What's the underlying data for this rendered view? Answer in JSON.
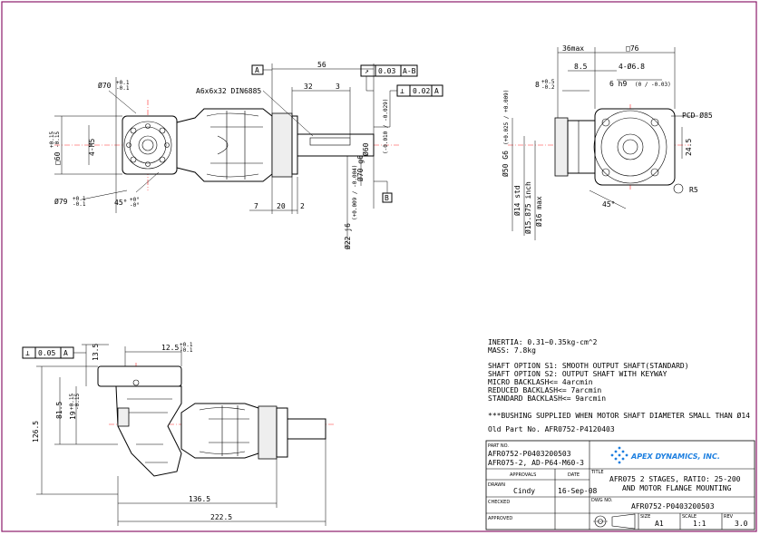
{
  "views": {
    "front": {
      "flange_dia": "Ø70",
      "flange_tol_top": "+0.1",
      "flange_tol_bottom": "-0.1",
      "pilot_sq": "□60",
      "pilot_tol_top": "+0.15",
      "pilot_tol_bottom": "-0.15",
      "screws": "4-M5",
      "pcd_dia": "Ø79",
      "pcd_tol_top": "+0.1",
      "pcd_tol_bottom": "-0.1",
      "angle": "45°",
      "angle_tol_top": "+0°",
      "angle_tol_bottom": "-0°",
      "key": "A6x6x32 DIN6885",
      "dims": {
        "d56": "56",
        "d32": "32",
        "d3": "3",
        "d7": "7",
        "d20": "20",
        "d2": "2"
      },
      "fcf_perp": {
        "symbol": "⊥",
        "value": "0.02",
        "datum": "A"
      },
      "fcf_runout": {
        "symbol": "↗",
        "value": "0.03",
        "datum": "A-B"
      },
      "datum_a": "A",
      "datum_b": "B",
      "shaft_dia": "Ø22 j6",
      "shaft_tol": "(+0.009 / -0.004)",
      "pilot2_dia": "Ø60",
      "pilot3_dia": "Ø70 g6",
      "pilot3_tol": "(-0.010 / -0.029)"
    },
    "side": {
      "d36max": "36max",
      "sq76": "□76",
      "d8_5": "8.5",
      "holes": "4-Ø6.8",
      "d8_tol_label": "8",
      "d8_tol_top": "+0.5",
      "d8_tol_bottom": "-0.2",
      "key_width": "6 h9",
      "key_tol": "(0 / -0.03)",
      "pcd": "PCD Ø85",
      "d24_5": "24.5",
      "d50": "Ø50 G6",
      "d50_tol": "(+0.025 / +0.009)",
      "d14": "Ø14 std",
      "d15": "Ø15.875 inch",
      "d16": "Ø16 max",
      "angle45": "45°",
      "r5": "R5"
    },
    "bottom": {
      "fcf_perp": {
        "symbol": "⊥",
        "value": "0.05",
        "datum": "A"
      },
      "d13_5": "13.5",
      "d12_5": "12.5",
      "d12_5_tol_top": "+0.1",
      "d12_5_tol_bottom": "-0.1",
      "d81_5": "81.5",
      "d19": "19",
      "d19_tol_top": "+0.15",
      "d19_tol_bottom": "-0.15",
      "d126_5": "126.5",
      "d136_5": "136.5",
      "d222_5": "222.5"
    }
  },
  "notes": [
    "INERTIA:  0.31~0.35kg-cm^2",
    "MASS: 7.8kg",
    "",
    "SHAFT OPTION S1: SMOOTH OUTPUT SHAFT(STANDARD)",
    "SHAFT OPTION S2: OUTPUT SHAFT WITH KEYWAY",
    "MICRO BACKLASH<= 4arcmin",
    "REDUCED BACKLASH<= 7arcmin",
    "STANDARD BACKLASH<= 9arcmin",
    "",
    "***BUSHING SUPPLIED WHEN MOTOR SHAFT DIAMETER SMALL THAN Ø14",
    "",
    "Old Part No. AFR0752-P4120403"
  ],
  "title_block": {
    "part_no_label": "PART NO.",
    "part_no_1": "AFR0752-P0403200503",
    "part_no_2": "AFR075-2, AD-P64-M60-3",
    "company": "APEX DYNAMICS, INC.",
    "approvals_label": "APPROVALS",
    "date_label": "DATE",
    "title_label": "TITLE",
    "title_1": "AFR075 2 STAGES, RATIO: 25-200",
    "title_2": "AND MOTOR FLANGE MOUNTING",
    "drawn_label": "DRAWN",
    "drawn_by": "Cindy",
    "drawn_date": "16-Sep-08",
    "checked_label": "CHECKED",
    "dwg_no_label": "DWG NO.",
    "dwg_no": "AFR0752-P0403200503",
    "approved_label": "APPROVED",
    "size_label": "SIZE",
    "size": "A1",
    "scale_label": "SCALE",
    "scale": "1:1",
    "rev_label": "REV",
    "rev": "3.0"
  },
  "colors": {
    "line": "#000000",
    "center_line": "#ff2a2a",
    "frame": "#8b1a6b",
    "logo": "#1d7fe0"
  }
}
